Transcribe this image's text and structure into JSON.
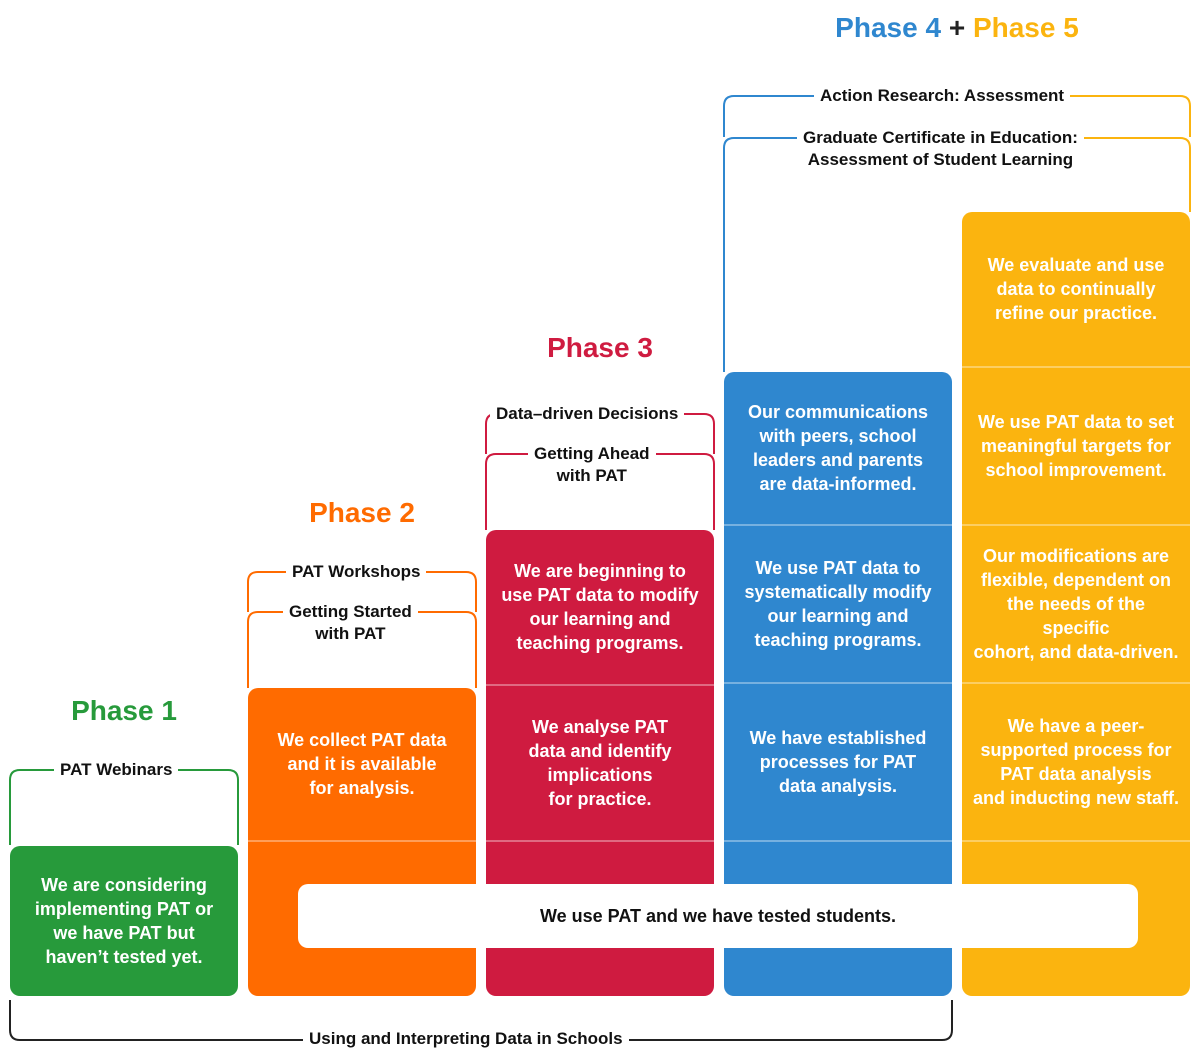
{
  "colors": {
    "phase1": "#279a3b",
    "phase2": "#ff6b00",
    "phase3": "#cf1b40",
    "phase4": "#2f87cf",
    "phase5": "#fbb40f",
    "dark": "#222222"
  },
  "headings": {
    "phase1": "Phase 1",
    "phase2": "Phase 2",
    "phase3": "Phase 3",
    "phase4": "Phase 4",
    "plus": "+",
    "phase5": "Phase 5"
  },
  "programs": {
    "phase1_a": "PAT Webinars",
    "phase2_a": "PAT Workshops",
    "phase2_b": "Getting Started\nwith PAT",
    "phase3_a": "Data–driven Decisions",
    "phase3_b": "Getting Ahead\nwith PAT",
    "phase45_a": "Action Research: Assessment",
    "phase45_b": "Graduate Certificate in Education:\nAssessment of Student Learning",
    "bottom": "Using and Interpreting Data in Schools"
  },
  "boxes": {
    "phase1_1": "We are considering\nimplementing PAT or\nwe have PAT but\nhaven’t tested yet.",
    "phase2_1": "We collect PAT data\nand it is available\nfor analysis.",
    "phase3_1": "We analyse PAT\ndata and identify\nimplications\nfor practice.",
    "phase3_2": "We are beginning to\nuse PAT data to modify\nour learning and\nteaching programs.",
    "phase4_1": "We have established\nprocesses for PAT\ndata analysis.",
    "phase4_2": "We use PAT data to\nsystematically modify\nour learning and\nteaching programs.",
    "phase4_3": "Our communications\nwith peers, school\nleaders and parents\nare data-informed.",
    "phase5_1": "We have a peer-\nsupported process for\nPAT data analysis\nand inducting new staff.",
    "phase5_2": "Our modifications are\nflexible, dependent on\nthe needs of the specific\ncohort, and data-driven.",
    "phase5_3": "We use PAT data to set\nmeaningful targets for\nschool improvement.",
    "phase5_4": "We evaluate and use\ndata to continually\nrefine our practice."
  },
  "banner": "We use PAT and we have tested students."
}
